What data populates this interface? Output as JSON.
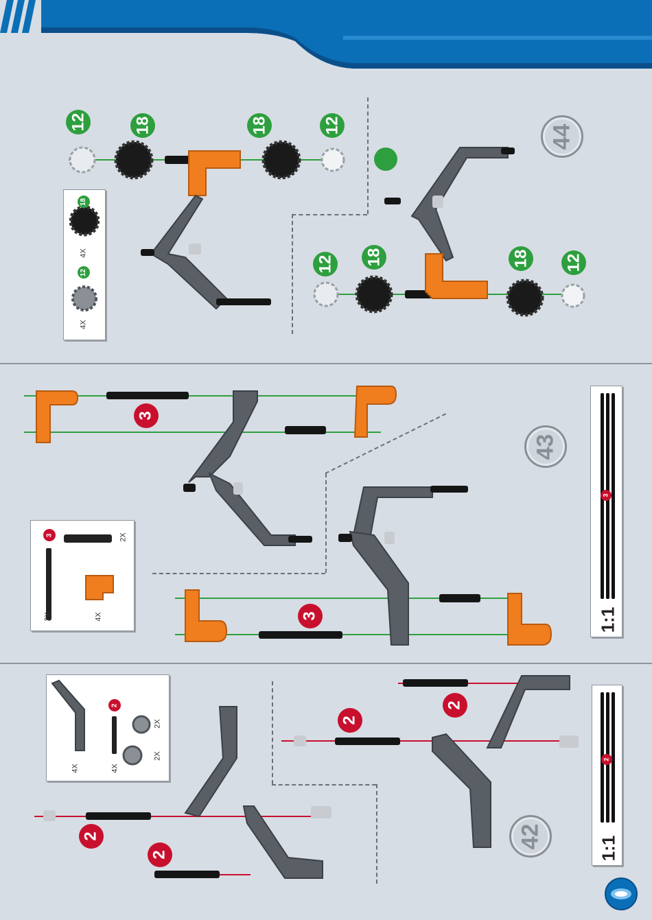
{
  "colors": {
    "header_blue": "#0a6fb6",
    "background": "#d7dde4",
    "green_badge": "#2e9f3e",
    "red_badge": "#c8102e",
    "orange_part": "#f07d1e",
    "gray_part": "#5a5f66",
    "black_part": "#151515",
    "green_line": "#2e9f3e",
    "red_line": "#c8102e"
  },
  "step44": {
    "step_number": "44",
    "left_assembly": {
      "badge_a": "12",
      "badge_b": "18",
      "badge_c": "18",
      "badge_d": "12"
    },
    "right_assembly": {
      "badge_a": "12",
      "badge_b": "18",
      "badge_c": "18",
      "badge_d": "12"
    },
    "parts_box": {
      "item1": {
        "qty": "4X",
        "badge": "12"
      },
      "item2": {
        "qty": "4X",
        "badge": "18"
      }
    }
  },
  "step43": {
    "step_number": "43",
    "badge_top": "3",
    "badge_bottom": "3",
    "parts_box": {
      "badge": "3",
      "qty_axle": "2X",
      "qty_connector": "2X",
      "qty_beam": "4X"
    },
    "scale": {
      "label": "1:1",
      "badge": "3"
    }
  },
  "step42": {
    "step_number": "42",
    "badge_1": "2",
    "badge_2": "2",
    "badge_3": "2",
    "badge_4": "2",
    "parts_box": {
      "badge": "2",
      "qty_beam": "4X",
      "qty_axle": "4X",
      "qty_bush_small": "2X",
      "qty_bush_large": "2X"
    },
    "scale": {
      "label": "1:1",
      "badge": "2"
    }
  }
}
